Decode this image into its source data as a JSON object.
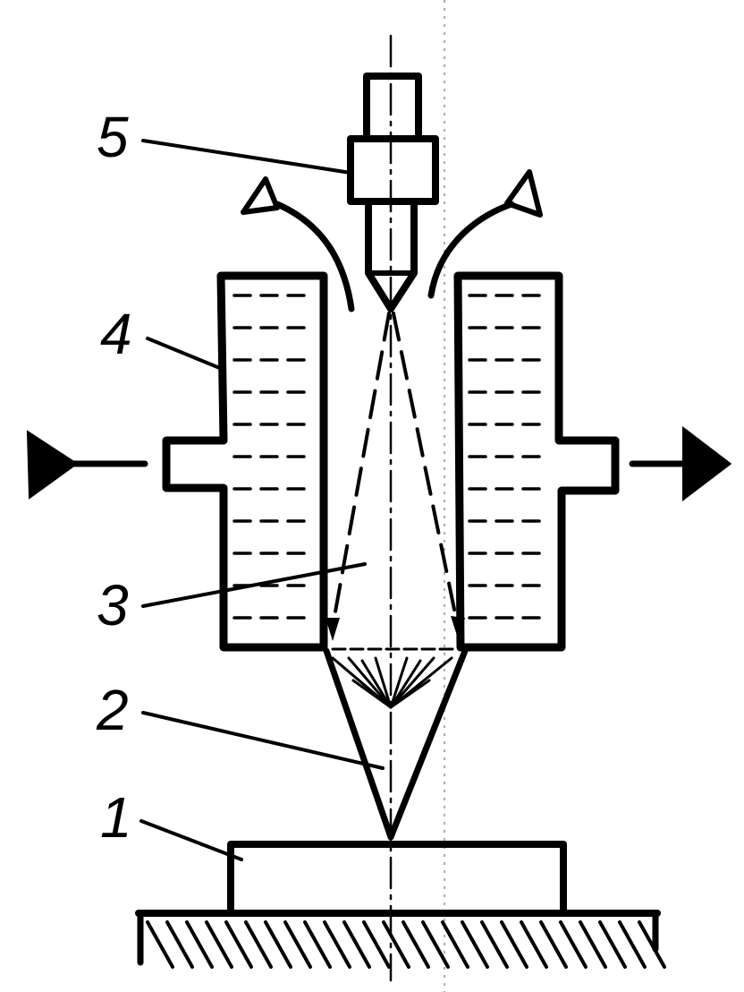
{
  "diagram": {
    "labels": {
      "l1": "1",
      "l2": "2",
      "l3": "3",
      "l4": "4",
      "l5": "5"
    },
    "colors": {
      "ink": "#000000",
      "paper": "#ffffff"
    }
  }
}
